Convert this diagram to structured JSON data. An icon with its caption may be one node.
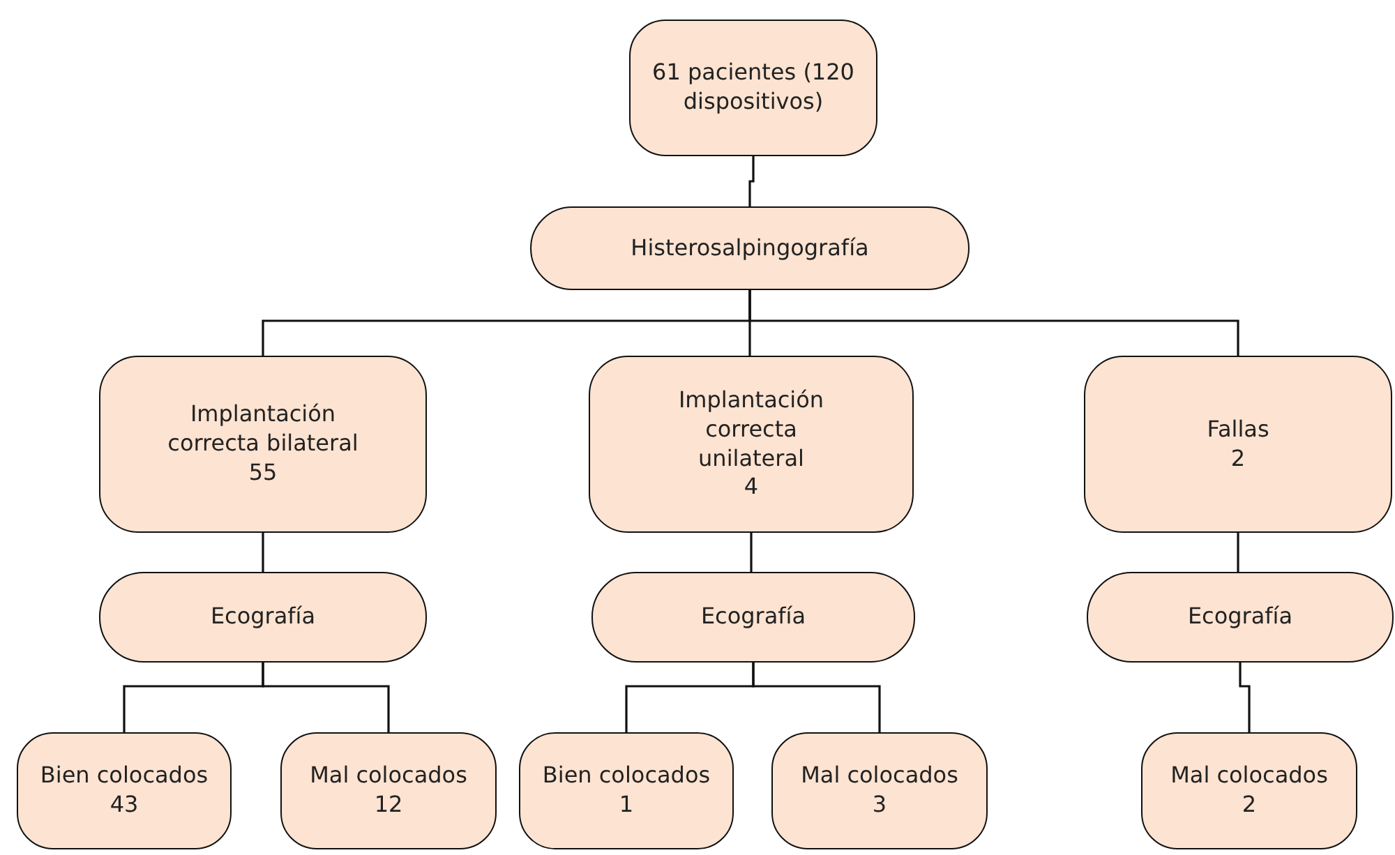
{
  "diagram": {
    "nodes": [
      {
        "text": [
          "61 pacientes (120 dispositivos)"
        ]
      },
      {
        "text": [
          "Histerosalpingografía"
        ]
      },
      {
        "text": [
          "Implantación correcta bilateral",
          "55"
        ]
      },
      {
        "text": [
          "Implantación correcta unilateral",
          "4"
        ]
      },
      {
        "text": [
          "Fallas",
          "2"
        ]
      },
      {
        "text": [
          "Ecografía"
        ]
      },
      {
        "text": [
          "Ecografía"
        ]
      },
      {
        "text": [
          "Ecografía"
        ]
      },
      {
        "text": [
          "Bien colocados",
          "43"
        ]
      },
      {
        "text": [
          "Mal colocados",
          "12"
        ]
      },
      {
        "text": [
          "Bien colocados",
          "1"
        ]
      },
      {
        "text": [
          "Mal colocados",
          "3"
        ]
      },
      {
        "text": [
          "Mal colocados",
          "2"
        ]
      }
    ],
    "edges": [
      {
        "from": 0,
        "to": 1,
        "arrow": "none"
      },
      {
        "from": 1,
        "to": 2,
        "arrow": "none"
      },
      {
        "from": 1,
        "to": 3,
        "arrow": "none"
      },
      {
        "from": 1,
        "to": 4,
        "arrow": "none"
      },
      {
        "from": 2,
        "to": 5,
        "arrow": "none"
      },
      {
        "from": 3,
        "to": 6,
        "arrow": "none"
      },
      {
        "from": 4,
        "to": 7,
        "arrow": "none"
      },
      {
        "from": 5,
        "to": 8,
        "arrow": "none"
      },
      {
        "from": 5,
        "to": 9,
        "arrow": "none"
      },
      {
        "from": 6,
        "to": 10,
        "arrow": "none"
      },
      {
        "from": 6,
        "to": 11,
        "arrow": "none"
      },
      {
        "from": 7,
        "to": 12,
        "arrow": "none"
      }
    ]
  }
}
